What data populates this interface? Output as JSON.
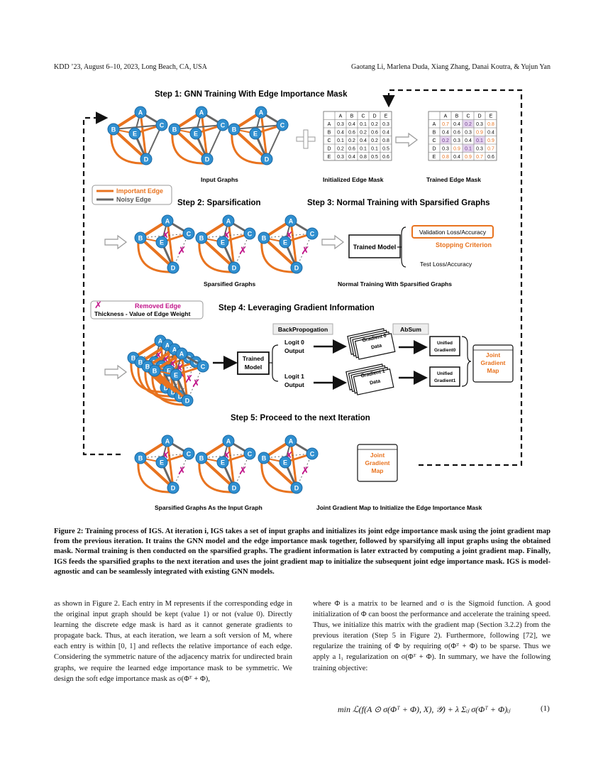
{
  "header": {
    "left": "KDD ’23, August 6–10, 2023, Long Beach, CA, USA",
    "right": "Gaotang Li, Marlena Duda, Xiang Zhang, Danai Koutra, & Yujun Yan"
  },
  "figure": {
    "step1_title": "Step 1: GNN Training  With Edge Importance Mask",
    "step2_title": "Step 2: Sparsification",
    "step3_title": "Step 3: Normal Training with Sparsified Graphs",
    "step4_title": "Step 4: Leveraging Gradient Information",
    "step5_title": "Step 5: Proceed to the next Iteration",
    "input_graphs": "Input Graphs",
    "init_mask": "Initialized Edge Mask",
    "trained_mask": "Trained Edge Mask",
    "legend_important": "Important Edge",
    "legend_noisy": "Noisy Edge",
    "sparsified_graphs": "Sparsified Graphs",
    "normal_training": "Normal Training With Sparsified Graphs",
    "trained_model": "Trained Model",
    "trained": "Trained",
    "model": "Model",
    "val_loss": "Validation Loss/Accuracy",
    "stopping": "Stopping Criterion",
    "test_loss": "Test Loss/Accuracy",
    "removed_edge": "Removed Edge",
    "thickness": "Thickness - Value of Edge Weight",
    "backprop": "BackPropogation",
    "absum": "AbSum",
    "logit0": "Logit 0",
    "logit1": "Logit 1",
    "output": "Output",
    "grad0_a": "Gradient 0",
    "grad1_a": "Gradient 1",
    "data": "Data",
    "unified": "Unified",
    "unified_g0": "Gradient0",
    "unified_g1": "Gradient1",
    "joint": "Joint",
    "gradient": "Gradient",
    "map": "Map",
    "sparsified_input": "Sparsified Graphs As the Input Graph",
    "joint_init": "Joint Gradient Map to Initialize the Edge Importance Mask",
    "node_labels": [
      "A",
      "B",
      "C",
      "D",
      "E"
    ],
    "init_table": [
      [
        "0.3",
        "0.4",
        "0.1",
        "0.2",
        "0.3"
      ],
      [
        "0.4",
        "0.6",
        "0.2",
        "0.6",
        "0.4"
      ],
      [
        "0.1",
        "0.2",
        "0.4",
        "0.2",
        "0.8"
      ],
      [
        "0.2",
        "0.6",
        "0.1",
        "0.1",
        "0.5"
      ],
      [
        "0.3",
        "0.4",
        "0.8",
        "0.5",
        "0.6"
      ]
    ],
    "trained_table": [
      [
        "0.7",
        "0.4",
        "0.2",
        "0.3",
        "0.8"
      ],
      [
        "0.4",
        "0.6",
        "0.3",
        "0.9",
        "0.4"
      ],
      [
        "0.2",
        "0.3",
        "0.4",
        "0.1",
        "0.9"
      ],
      [
        "0.3",
        "0.9",
        "0.1",
        "0.3",
        "0.7"
      ],
      [
        "0.8",
        "0.4",
        "0.9",
        "0.7",
        "0.6"
      ]
    ]
  },
  "caption": "Figure 2: Training process of IGS. At iteration i, IGS takes a set of input graphs and initializes its joint edge importance mask using the joint gradient map from the previous iteration. It trains the GNN model and the edge importance mask together, followed by sparsifying all input graphs using the obtained mask. Normal training is then conducted on the sparsified graphs. The gradient information is later extracted by computing a joint gradient map. Finally, IGS feeds the sparsified graphs to the next iteration and uses the joint gradient map to initialize the subsequent joint edge importance mask. IGS is model-agnostic and can be seamlessly integrated with existing GNN models.",
  "left_col": "as shown in Figure 2. Each entry in M represents if the corresponding edge in the original input graph should be kept (value 1) or not (value 0). Directly learning the discrete edge mask is hard as it cannot generate gradients to propagate back. Thus, at each iteration, we learn a soft version of M, where each entry is within [0, 1] and reflects the relative importance of each edge. Considering the symmetric nature of the adjacency matrix for undirected brain graphs, we require the learned edge importance mask to be symmetric. We design the soft edge importance mask as σ(Φᵀ + Φ),",
  "right_col": "where Φ is a matrix to be learned and σ is the Sigmoid function. A good initialization of Φ can boost the performance and accelerate the training speed. Thus, we initialize this matrix with the gradient map (Section 3.2.2) from the previous iteration (Step 5 in Figure 2). Furthermore, following [72], we regularize the training of Φ by requiring σ(Φᵀ + Φ) to be sparse. Thus we apply a l₁ regularization on σ(Φᵀ + Φ). In summary, we have the following training objective:",
  "equation": "min ℒ(f(A ⊙ σ(Φᵀ + Φ), X), 𝒴) + λ Σᵢⱼ σ(Φᵀ + Φ)ᵢⱼ",
  "equation_number": "(1)"
}
